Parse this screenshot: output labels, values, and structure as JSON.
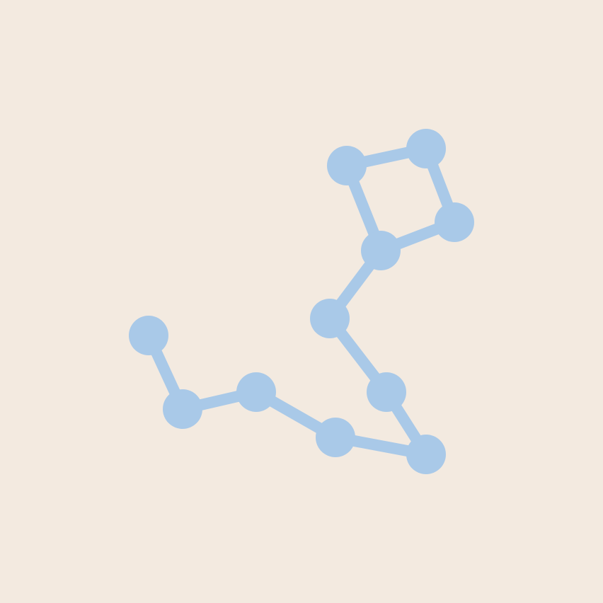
{
  "diagram": {
    "background_color": "#f3eae0",
    "node_color": "#a9c9e8",
    "edge_color": "#a9c9e8",
    "nodes": [
      {
        "id": "n1"
      },
      {
        "id": "n2"
      },
      {
        "id": "n3"
      },
      {
        "id": "n4"
      },
      {
        "id": "n5"
      },
      {
        "id": "n6"
      },
      {
        "id": "n7"
      },
      {
        "id": "n8"
      },
      {
        "id": "n9"
      },
      {
        "id": "n10"
      },
      {
        "id": "n11"
      }
    ],
    "edges": [
      [
        "n1",
        "n2"
      ],
      [
        "n2",
        "n3"
      ],
      [
        "n3",
        "n4"
      ],
      [
        "n4",
        "n5"
      ],
      [
        "n5",
        "n6"
      ],
      [
        "n6",
        "n7"
      ],
      [
        "n7",
        "n8"
      ],
      [
        "n8",
        "n9"
      ],
      [
        "n9",
        "n10"
      ],
      [
        "n10",
        "n11"
      ],
      [
        "n11",
        "n8"
      ]
    ]
  }
}
